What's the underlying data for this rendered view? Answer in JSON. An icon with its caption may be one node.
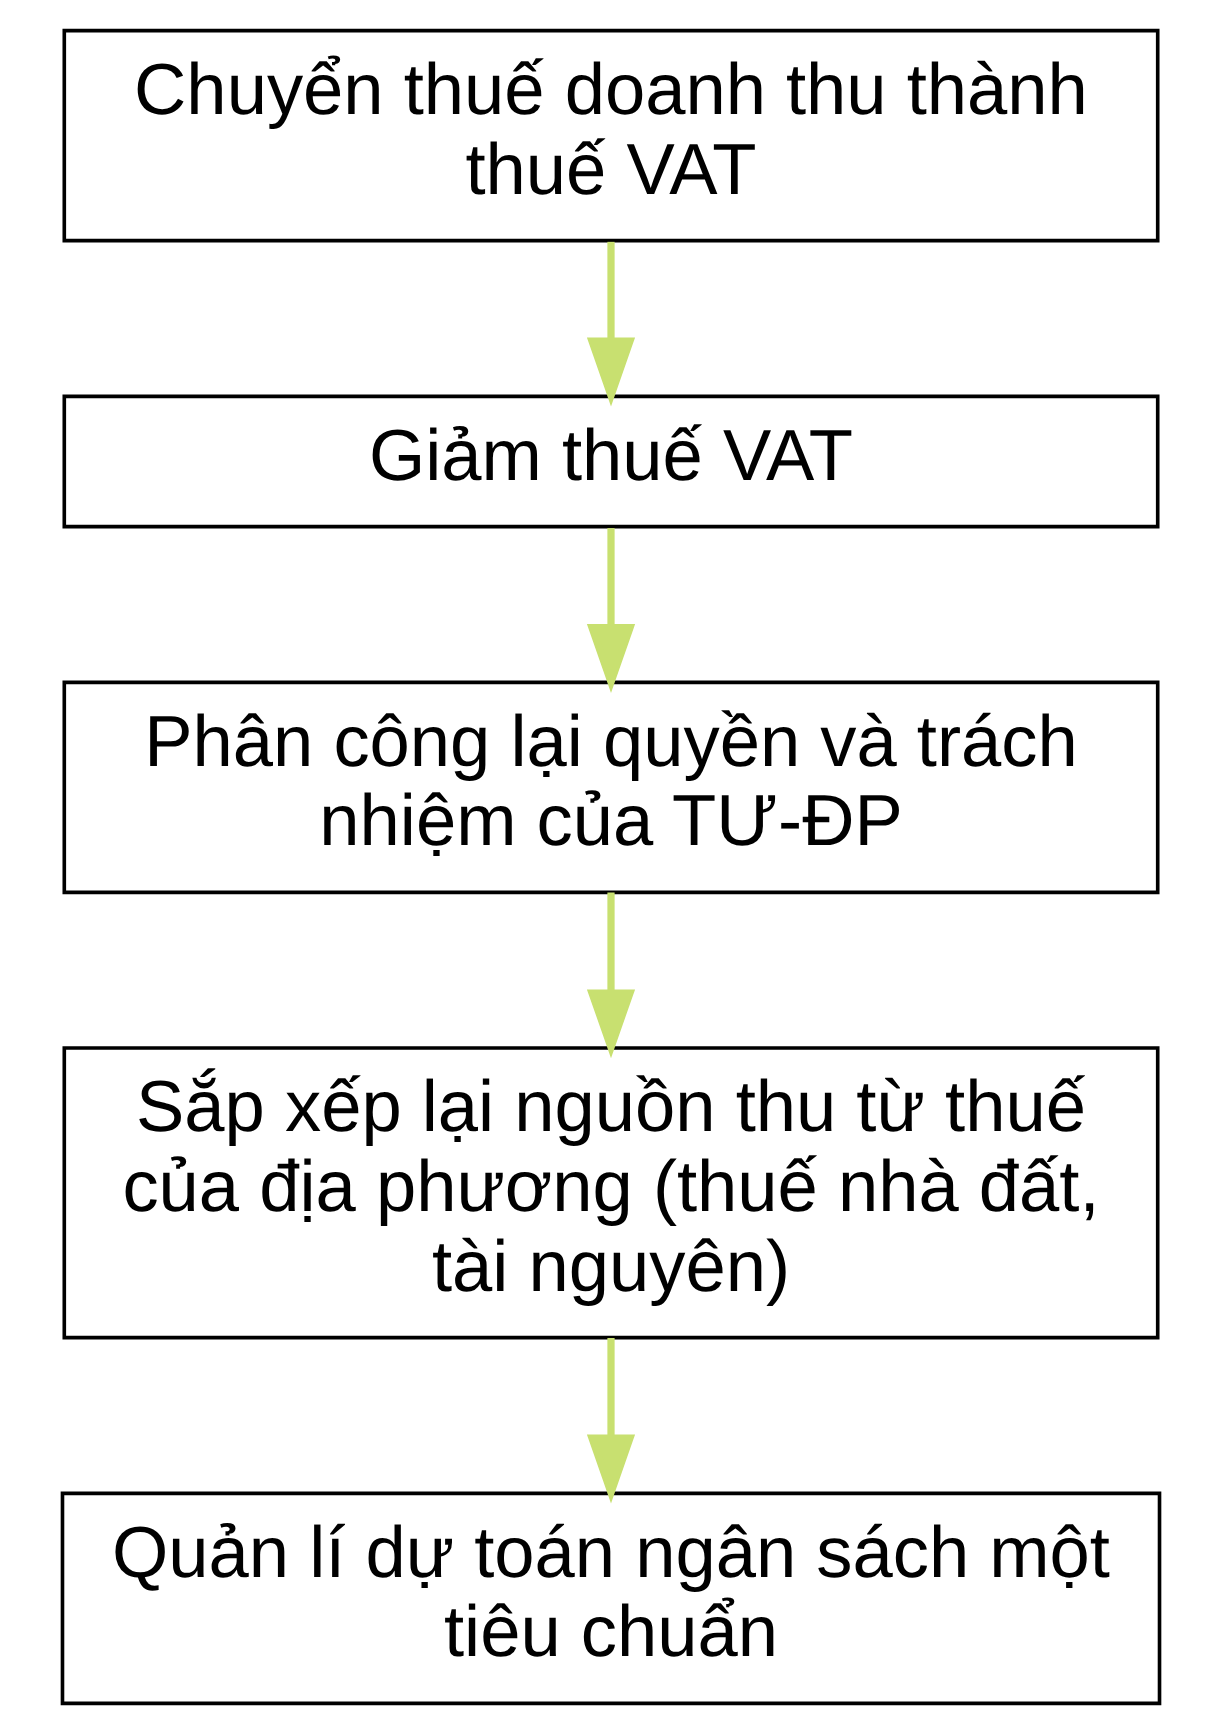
{
  "diagram": {
    "nodes": [
      {
        "text": [
          "Chuyển thuế doanh thu thành thuế VAT"
        ]
      },
      {
        "text": [
          "Giảm thuế VAT"
        ]
      },
      {
        "text": [
          "Phân công lại quyền và trách nhiệm của TƯ-ĐP"
        ]
      },
      {
        "text": [
          "Sắp xếp lại nguồn thu từ thuế của địa phương (thuế nhà đất, tài nguyên)"
        ]
      },
      {
        "text": [
          "Quản lí dự toán ngân sách một tiêu chuẩn"
        ]
      }
    ],
    "edges": [
      {
        "from": 0,
        "to": 1,
        "arrow": "to",
        "color": "#c8e070"
      },
      {
        "from": 1,
        "to": 2,
        "arrow": "to",
        "color": "#c8e070"
      },
      {
        "from": 2,
        "to": 3,
        "arrow": "to",
        "color": "#c8e070"
      },
      {
        "from": 3,
        "to": 4,
        "arrow": "to",
        "color": "#c8e070"
      }
    ]
  }
}
